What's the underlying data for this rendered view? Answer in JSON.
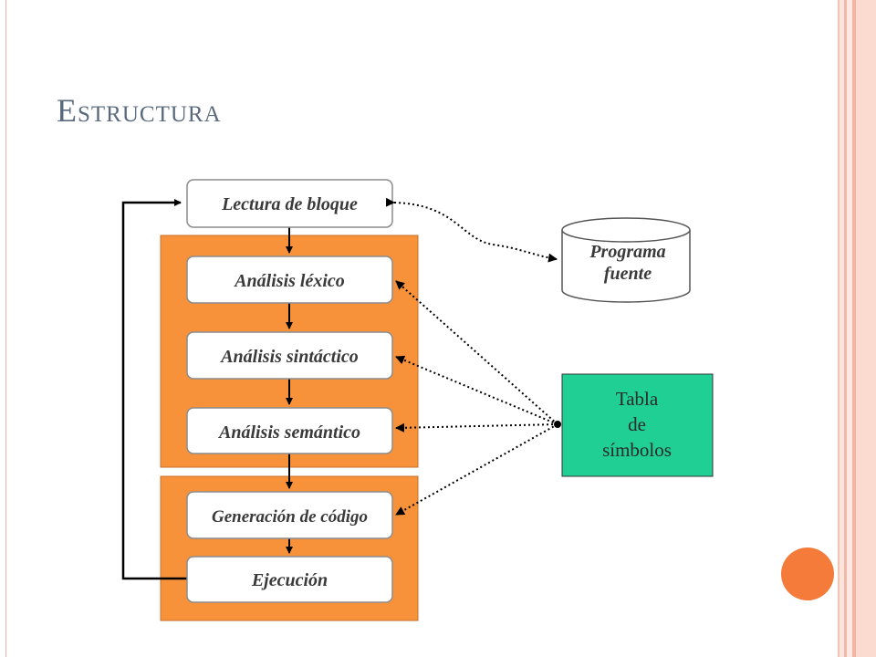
{
  "slide": {
    "title": "Estructura"
  },
  "diagram": {
    "nodes": {
      "lectura": "Lectura de bloque",
      "lexico": "Análisis léxico",
      "sintactico": "Análisis sintáctico",
      "semantico": "Análisis semántico",
      "generacion": "Generación de código",
      "ejecucion": "Ejecución"
    },
    "programa_fuente": [
      "Programa",
      "fuente"
    ],
    "tabla_simbolos": [
      "Tabla",
      "de",
      "símbolos"
    ]
  },
  "colors": {
    "title": "#5a6a7e",
    "group_fill": "#f7923a",
    "tabla_fill": "#1fcf94",
    "accent_dot": "#f47b3a"
  }
}
